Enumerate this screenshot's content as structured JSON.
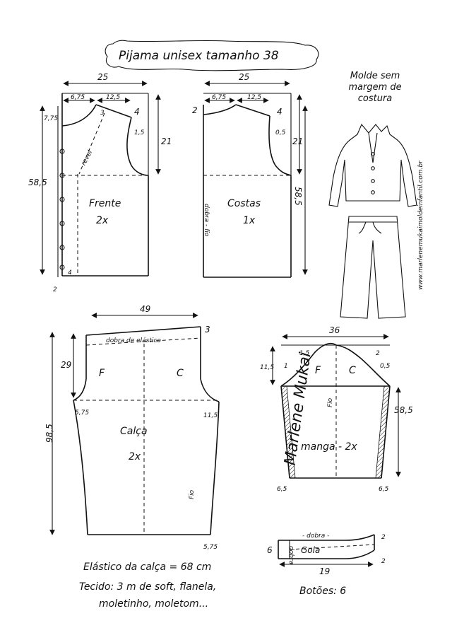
{
  "title": "Pijama unisex tamanho 38",
  "note": "Molde sem margem de costura",
  "website": "www.marlenemukaimoldeinfantil.com.br",
  "signature": "Marlene Mukai",
  "frente": {
    "label": "Frente",
    "count": "2x",
    "revel": "revel",
    "width": "25",
    "neck_w": "6,75",
    "shoulder_w": "12,5",
    "neck_drop": "7,75",
    "neck_back": "3",
    "shoulder_drop": "4",
    "armhole_in": "1,5",
    "armhole_depth": "21",
    "length": "58,5",
    "hem_ext": "4",
    "bottom": "2"
  },
  "costas": {
    "label": "Costas",
    "count": "1x",
    "fold": "dobra - fio",
    "width": "25",
    "neck_w": "6,75",
    "shoulder_w": "12,5",
    "neck_drop": "2",
    "shoulder_drop": "4",
    "armhole_in": "0,5",
    "armhole_depth": "21",
    "length": "58,5"
  },
  "calca": {
    "label": "Calça",
    "count": "2x",
    "front": "F",
    "back": "C",
    "fold": "dobra de elástico",
    "grain": "Fio",
    "width": "49",
    "waist_rise": "3",
    "crotch_depth": "29",
    "length": "98,5",
    "left_ext": "5,75",
    "right_ext": "11,5",
    "hem_ext": "5,75"
  },
  "manga": {
    "label": "manga - 2x",
    "front": "F",
    "back": "C",
    "grain": "Fio",
    "width": "36",
    "cap_height": "11,5",
    "left_in": "1,5",
    "left_out": "1",
    "right_in": "2",
    "right_out": "0,5",
    "length": "58,5",
    "hem_left": "6,5",
    "hem_right": "6,5"
  },
  "gola": {
    "label": "Gola",
    "fold": "- dobra -",
    "side_fold": "dobra",
    "width": "19",
    "height": "6",
    "top_rise": "2",
    "bottom_rise": "2"
  },
  "elastico": "Elástico da calça = 68 cm",
  "tecido_1": "Tecido: 3 m de soft, flanela,",
  "tecido_2": "moletinho, moletom...",
  "botoes": "Botões: 6"
}
